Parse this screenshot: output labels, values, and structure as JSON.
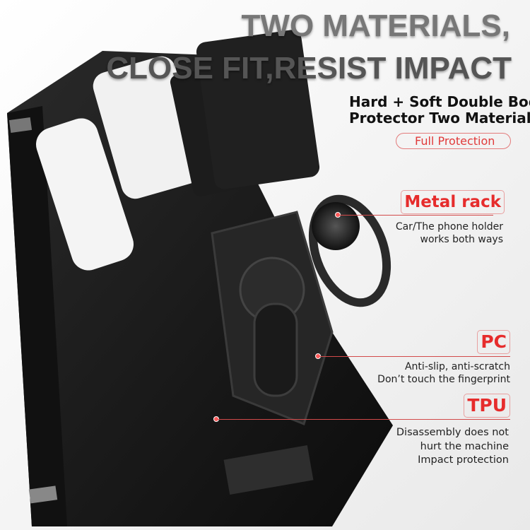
{
  "headline": {
    "line1": "TWO MATERIALS,",
    "line2": "CLOSE FIT,RESIST IMPACT"
  },
  "subtitle": {
    "line1": "Hard + Soft Double Body",
    "line2": "Protector Two Materials"
  },
  "badge": "Full Protection",
  "features": [
    {
      "title": "Metal rack",
      "lines": [
        "Car/The phone holder",
        "works both ways"
      ]
    },
    {
      "title": "PC",
      "lines": [
        "Anti-slip, anti-scratch",
        "Don’t touch the fingerprint"
      ]
    },
    {
      "title": "TPU",
      "lines": [
        "Disassembly does not",
        "hurt the machine",
        "Impact protection"
      ]
    }
  ],
  "colors": {
    "accent": "#e62c2c",
    "case": "#1a1a1a",
    "headline": "#666666"
  }
}
